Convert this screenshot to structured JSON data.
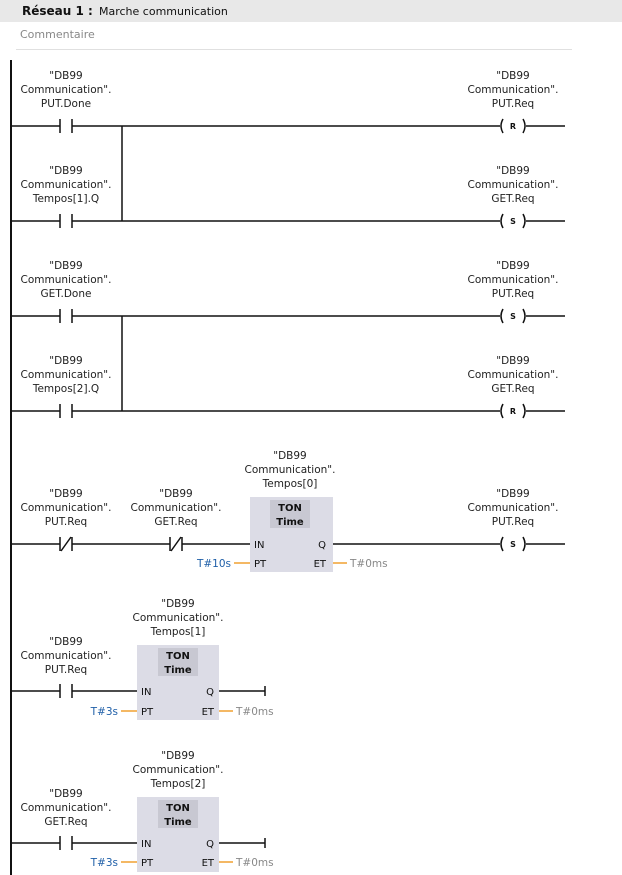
{
  "network": {
    "title": "Réseau 1 :",
    "name": "Marche communication",
    "comment_placeholder": "Commentaire"
  },
  "rungs": [
    {
      "contact": {
        "lines": [
          "\"DB99",
          "Communication\".",
          "PUT.Done"
        ],
        "negated": false
      },
      "coil": {
        "lines": [
          "\"DB99",
          "Communication\".",
          "PUT.Req"
        ],
        "type": "R"
      }
    },
    {
      "contact": {
        "lines": [
          "\"DB99",
          "Communication\".",
          "Tempos[1].Q"
        ],
        "negated": false
      },
      "coil": {
        "lines": [
          "\"DB99",
          "Communication\".",
          "GET.Req"
        ],
        "type": "S"
      }
    },
    {
      "contact": {
        "lines": [
          "\"DB99",
          "Communication\".",
          "GET.Done"
        ],
        "negated": false
      },
      "coil": {
        "lines": [
          "\"DB99",
          "Communication\".",
          "PUT.Req"
        ],
        "type": "S"
      }
    },
    {
      "contact": {
        "lines": [
          "\"DB99",
          "Communication\".",
          "Tempos[2].Q"
        ],
        "negated": false
      },
      "coil": {
        "lines": [
          "\"DB99",
          "Communication\".",
          "GET.Req"
        ],
        "type": "R"
      }
    },
    {
      "contacts": [
        {
          "lines": [
            "\"DB99",
            "Communication\".",
            "PUT.Req"
          ],
          "negated": true
        },
        {
          "lines": [
            "\"DB99",
            "Communication\".",
            "GET.Req"
          ],
          "negated": true
        }
      ],
      "timer": {
        "instance": [
          "\"DB99",
          "Communication\".",
          "Tempos[0]"
        ],
        "type": "TON",
        "sub": "Time",
        "in": "IN",
        "pt": "PT",
        "q": "Q",
        "et": "ET",
        "pt_value": "T#10s",
        "et_value": "T#0ms"
      },
      "coil": {
        "lines": [
          "\"DB99",
          "Communication\".",
          "PUT.Req"
        ],
        "type": "S"
      }
    },
    {
      "contact": {
        "lines": [
          "\"DB99",
          "Communication\".",
          "PUT.Req"
        ],
        "negated": false
      },
      "timer": {
        "instance": [
          "\"DB99",
          "Communication\".",
          "Tempos[1]"
        ],
        "type": "TON",
        "sub": "Time",
        "in": "IN",
        "pt": "PT",
        "q": "Q",
        "et": "ET",
        "pt_value": "T#3s",
        "et_value": "T#0ms"
      }
    },
    {
      "contact": {
        "lines": [
          "\"DB99",
          "Communication\".",
          "GET.Req"
        ],
        "negated": false
      },
      "timer": {
        "instance": [
          "\"DB99",
          "Communication\".",
          "Tempos[2]"
        ],
        "type": "TON",
        "sub": "Time",
        "in": "IN",
        "pt": "PT",
        "q": "Q",
        "et": "ET",
        "pt_value": "T#3s",
        "et_value": "T#0ms"
      }
    }
  ],
  "colors": {
    "wire": "#111111",
    "param_wire": "#f0a030",
    "const_blue": "#1f5fa8",
    "value_grey": "#888888",
    "box_fill": "#dcdce6",
    "box_header": "#c8c8d2"
  }
}
